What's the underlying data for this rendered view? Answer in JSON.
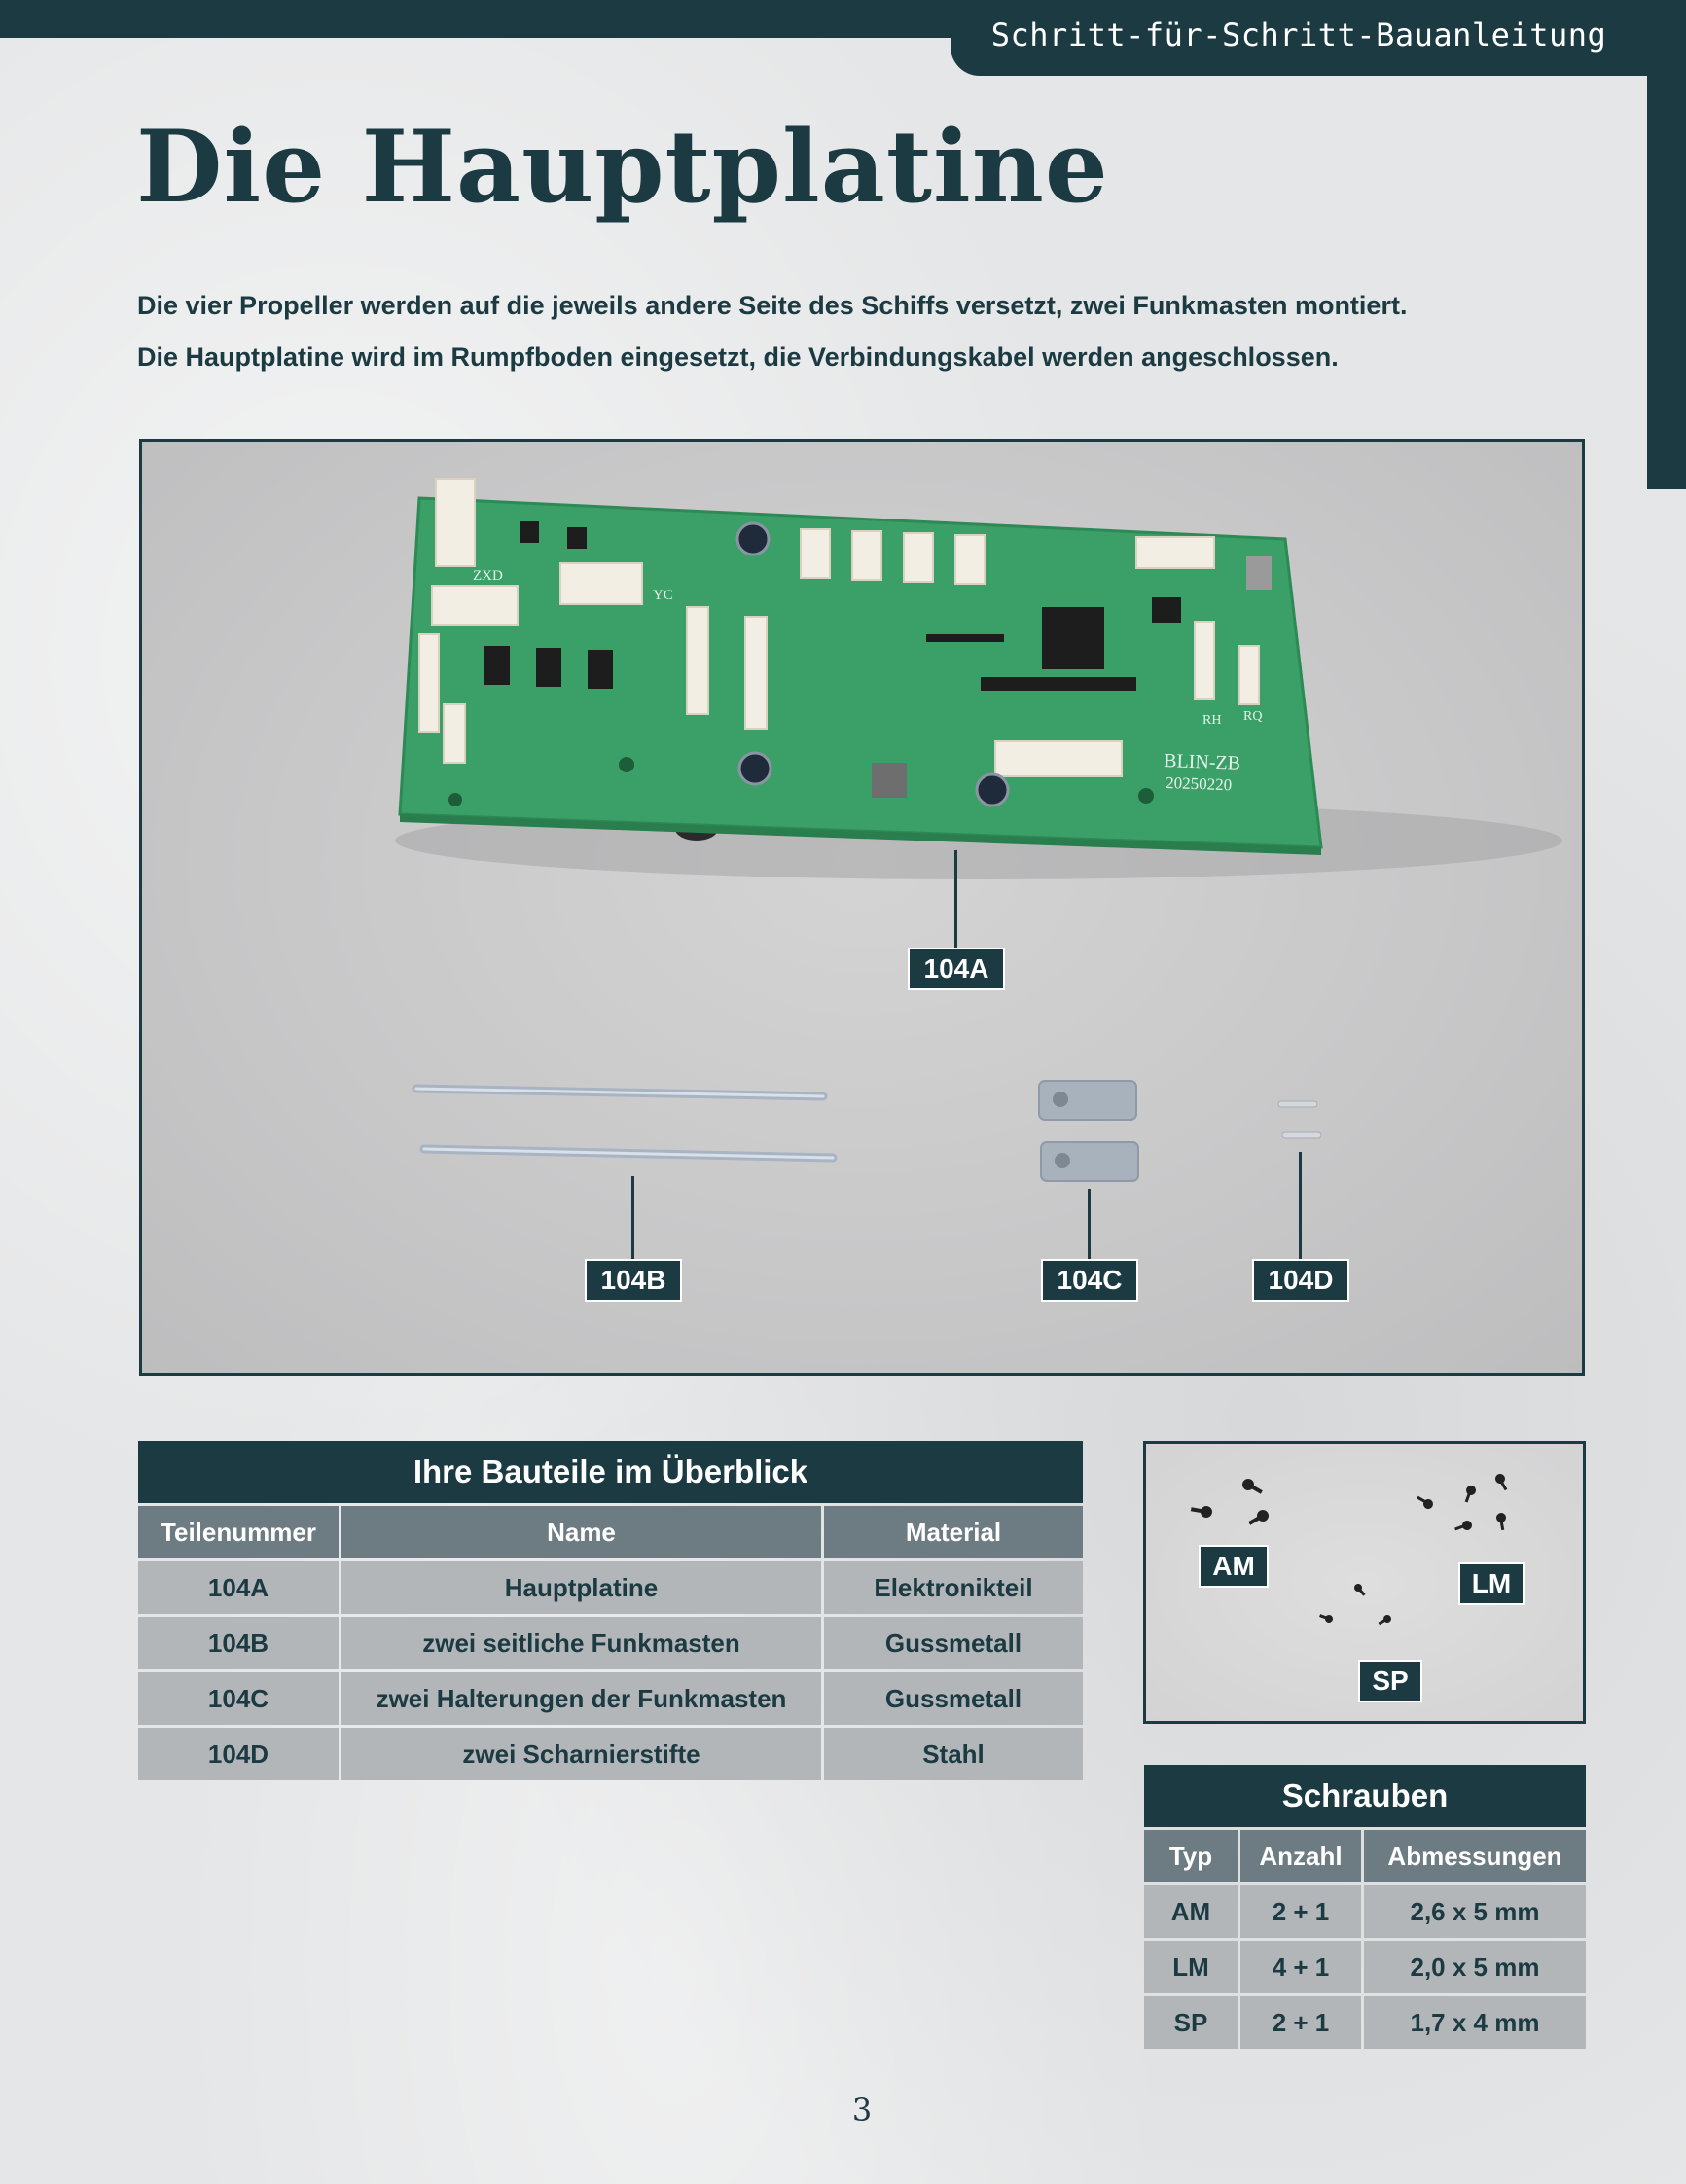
{
  "header": {
    "section_title": "Schritt-für-Schritt-Bauanleitung"
  },
  "page": {
    "title": "Die Hauptplatine",
    "intro_line1": "Die vier Propeller werden auf die jeweils andere Seite des Schiffs versetzt, zwei Funkmasten montiert.",
    "intro_line2": "Die Hauptplatine wird im Rumpfboden eingesetzt, die Verbindungskabel werden angeschlossen.",
    "page_number": "3"
  },
  "photo": {
    "board_marking_1": "BLIN-ZB",
    "board_marking_2": "20250220",
    "silkscreen_zxd": "ZXD",
    "silkscreen_yc": "YC",
    "silkscreen_rh": "RH",
    "silkscreen_rq": "RQ",
    "labels": {
      "a": "104A",
      "b": "104B",
      "c": "104C",
      "d": "104D"
    }
  },
  "parts_table": {
    "caption": "Ihre Bauteile im Überblick",
    "headers": [
      "Teilenummer",
      "Name",
      "Material"
    ],
    "rows": [
      [
        "104A",
        "Hauptplatine",
        "Elektronikteil"
      ],
      [
        "104B",
        "zwei seitliche Funkmasten",
        "Gussmetall"
      ],
      [
        "104C",
        "zwei Halterungen der Funkmasten",
        "Gussmetall"
      ],
      [
        "104D",
        "zwei Scharnierstifte",
        "Stahl"
      ]
    ]
  },
  "screws_photo": {
    "labels": {
      "am": "AM",
      "lm": "LM",
      "sp": "SP"
    }
  },
  "screws_table": {
    "caption": "Schrauben",
    "headers": [
      "Typ",
      "Anzahl",
      "Abmessungen"
    ],
    "rows": [
      [
        "AM",
        "2 + 1",
        "2,6 x 5 mm"
      ],
      [
        "LM",
        "4 + 1",
        "2,0 x 5 mm"
      ],
      [
        "SP",
        "2 + 1",
        "1,7 x 4 mm"
      ]
    ]
  },
  "colors": {
    "accent": "#1b3a41",
    "header_cell": "#6c7c82",
    "body_cell": "#b2b6b9",
    "pcb_green": "#3aa067"
  }
}
